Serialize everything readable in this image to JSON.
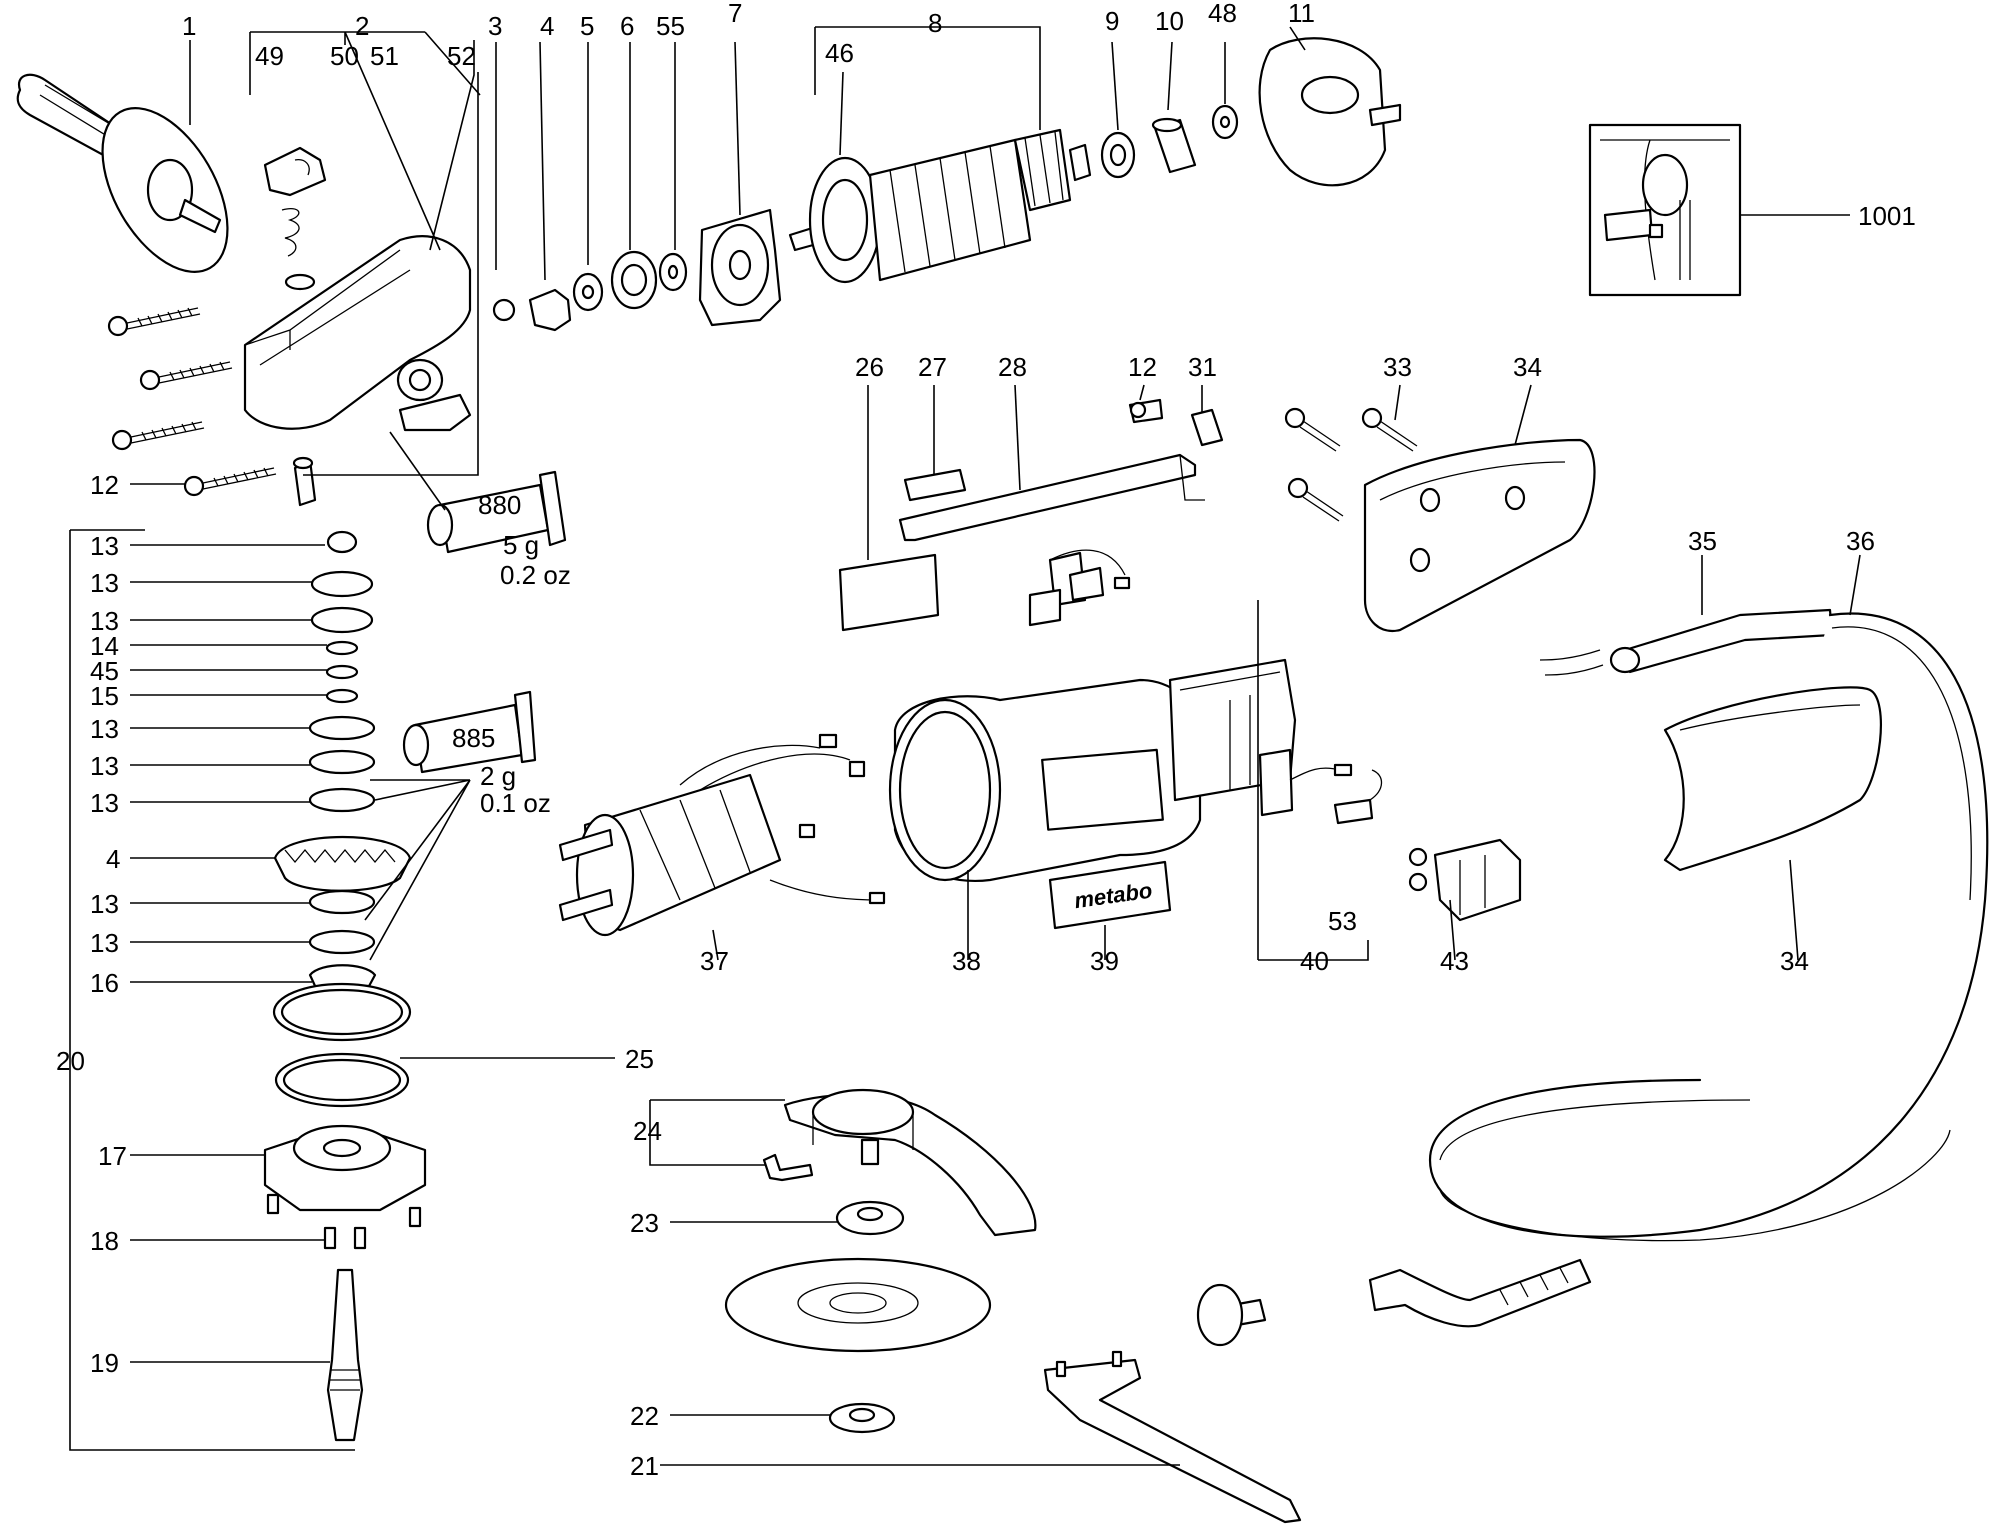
{
  "labels": {
    "l1": "1",
    "l2": "2",
    "l3": "3",
    "l4": "4",
    "l5": "5",
    "l6": "6",
    "l55": "55",
    "l7": "7",
    "l8": "8",
    "l9": "9",
    "l10": "10",
    "l48": "48",
    "l11": "11",
    "l49": "49",
    "l50": "50",
    "l51": "51",
    "l52": "52",
    "l46": "46",
    "l1001": "1001",
    "l26": "26",
    "l27": "27",
    "l28": "28",
    "l12b": "12",
    "l31": "31",
    "l33": "33",
    "l34a": "34",
    "l12a": "12",
    "l13a": "13",
    "l13b": "13",
    "l13c": "13",
    "l14": "14",
    "l45": "45",
    "l15": "15",
    "l13d": "13",
    "l13e": "13",
    "l13f": "13",
    "l4b": "4",
    "l13g": "13",
    "l13h": "13",
    "l16": "16",
    "l20": "20",
    "l25": "25",
    "l17": "17",
    "l18": "18",
    "l19": "19",
    "l35": "35",
    "l36": "36",
    "l37": "37",
    "l38": "38",
    "l39": "39",
    "l40": "40",
    "l53": "53",
    "l43": "43",
    "l34b": "34",
    "l24": "24",
    "l23": "23",
    "l22": "22",
    "l21": "21"
  },
  "grease_880": {
    "code": "880",
    "weight": "5 g",
    "ounces": "0.2 oz"
  },
  "grease_885": {
    "code": "885",
    "weight": "2 g",
    "ounces": "0.1 oz"
  },
  "logo_text": "metabo"
}
